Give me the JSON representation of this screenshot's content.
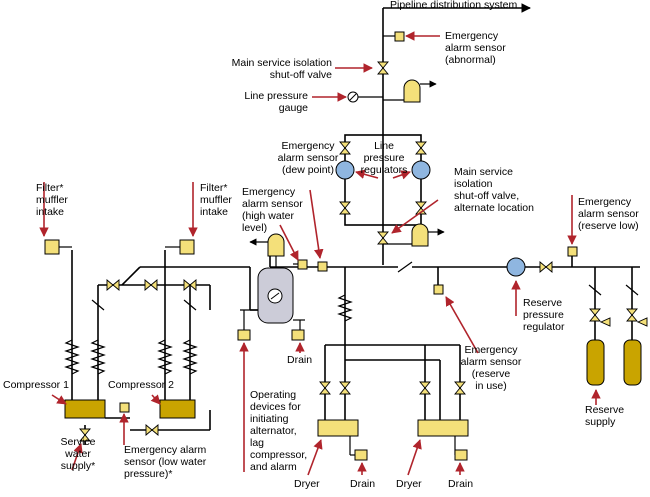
{
  "labels": {
    "pipeline": "Pipeline distribution system",
    "sensor_abnormal": "Emergency\nalarm sensor\n(abnormal)",
    "main_valve": "Main service isolation\nshut-off valve",
    "line_gauge": "Line pressure\ngauge",
    "line_regulators": "Line\npressure\nregulators",
    "sensor_dew": "Emergency\nalarm sensor\n(dew point)",
    "sensor_high_water": "Emergency\nalarm sensor\n(high water\nlevel)",
    "alt_valve": "Main service\nisolation\nshut-off valve,\nalternate location",
    "sensor_reserve_low": "Emergency\nalarm sensor\n(reserve low)",
    "filter_1": "Filter*\nmuffler\nintake",
    "filter_2": "Filter*\nmuffler\nintake",
    "reserve_regulator": "Reserve\npressure\nregulator",
    "sensor_reserve_use": "Emergency\nalarm sensor\n(reserve\nin use)",
    "reserve_supply": "Reserve\nsupply",
    "drain_tank": "Drain",
    "compressor_1": "Compressor 1",
    "compressor_2": "Compressor 2",
    "service_water": "Service\nwater\nsupply*",
    "sensor_low_water": "Emergency alarm\nsensor (low water\npressure)*",
    "operating_devices": "Operating\ndevices for\ninitiating\nalternator,\nlag\ncompressor,\nand alarm",
    "dryer_1": "Dryer",
    "drain_1": "Drain",
    "dryer_2": "Dryer",
    "drain_2": "Drain"
  },
  "colors": {
    "pipe": "#000000",
    "leader": "#b0242c",
    "component": "#f4e07a",
    "regulator": "#8fb6e0",
    "cylinder": "#c9a400",
    "receiver_tank": "#ccccd8"
  },
  "icons": [
    "valve-icon",
    "check-valve-icon",
    "regulator-icon",
    "sensor-icon",
    "gauge-icon",
    "relief-valve-icon",
    "coil-icon",
    "cylinder-icon"
  ]
}
